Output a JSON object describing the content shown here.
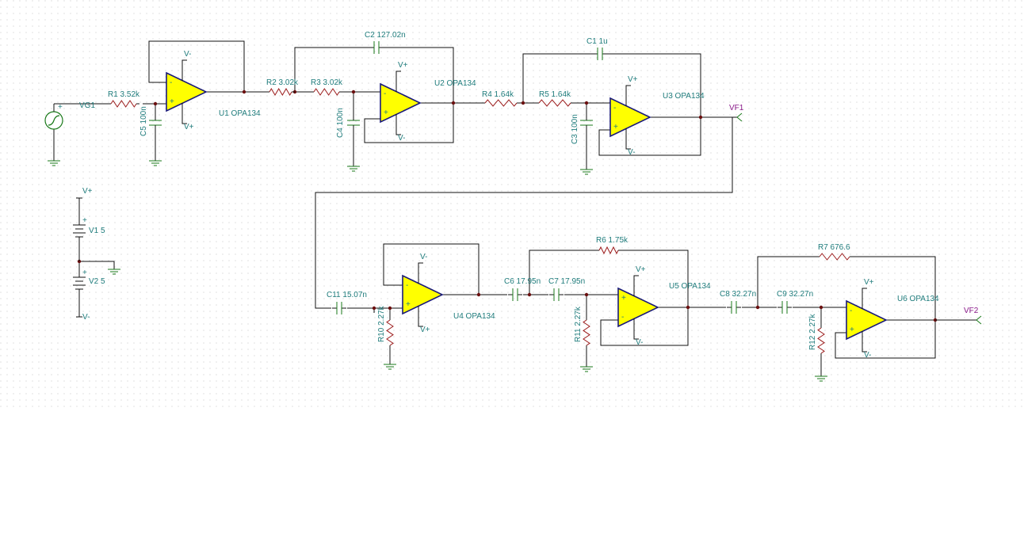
{
  "colors": {
    "opamp_fill": "#ffff00",
    "opamp_outline": "#1a1a7a",
    "wire": "#111111",
    "component_label": "#1f7c7c",
    "node_label": "#8a1a8a",
    "ground": "#1a7a1a"
  },
  "sources": {
    "vg1": "VG1",
    "v1": "V1 5",
    "v2": "V2 5",
    "plus_sign": "+"
  },
  "supply": {
    "vplus": "V+",
    "vminus": "V-"
  },
  "resistors": {
    "r1": "R1 3.52k",
    "r2": "R2 3.02k",
    "r3": "R3 3.02k",
    "r4": "R4 1.64k",
    "r5": "R5 1.64k",
    "r6": "R6 1.75k",
    "r7": "R7 676.6",
    "r10": "R10 2.27k",
    "r11": "R11 2.27k",
    "r12": "R12 2.27k"
  },
  "capacitors": {
    "c1": "C1 1u",
    "c2": "C2 127.02n",
    "c3": "C3 100n",
    "c4": "C4 100n",
    "c5": "C5 100n",
    "c6": "C6 17.95n",
    "c7": "C7 17.95n",
    "c8": "C8 32.27n",
    "c9": "C9 32.27n",
    "c11": "C11 15.07n"
  },
  "opamps": {
    "u1": "U1 OPA134",
    "u2": "U2 OPA134",
    "u3": "U3 OPA134",
    "u4": "U4 OPA134",
    "u5": "U5 OPA134",
    "u6": "U6 OPA134"
  },
  "outputs": {
    "vf1": "VF1",
    "vf2": "VF2"
  },
  "opamp_pins": {
    "plus": "+",
    "minus": "-"
  }
}
